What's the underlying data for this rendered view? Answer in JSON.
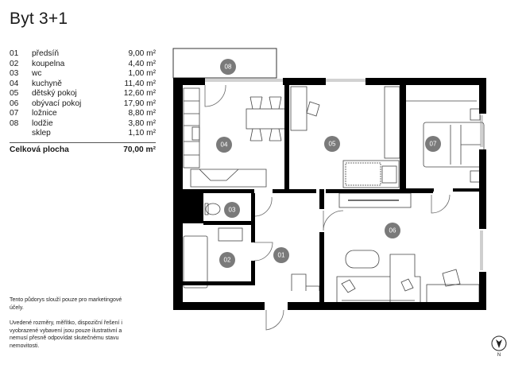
{
  "title": "Byt 3+1",
  "rooms": [
    {
      "no": "01",
      "name": "předsíň",
      "area": "9,00 m²"
    },
    {
      "no": "02",
      "name": "koupelna",
      "area": "4,40 m²"
    },
    {
      "no": "03",
      "name": "wc",
      "area": "1,00 m²"
    },
    {
      "no": "04",
      "name": "kuchyně",
      "area": "11,40 m²"
    },
    {
      "no": "05",
      "name": "dětský pokoj",
      "area": "12,60 m²"
    },
    {
      "no": "06",
      "name": "obývací pokoj",
      "area": "17,90 m²"
    },
    {
      "no": "07",
      "name": "ložnice",
      "area": "8,80 m²"
    },
    {
      "no": "08",
      "name": "lodžie",
      "area": "3,80 m²"
    },
    {
      "no": "",
      "name": "sklep",
      "area": "1,10 m²"
    }
  ],
  "total": {
    "label": "Celková plocha",
    "area": "70,00 m²"
  },
  "notes": {
    "marketing": "Tento půdorys slouží pouze pro marketingové účely.",
    "disclaimer": "Uvedené rozměry, měřítko, dispoziční řešení i vyobrazené vybavení jsou pouze ilustrativní a nemusí přesně odpovídat skutečnému stavu nemovitosti."
  },
  "plan": {
    "badges": [
      {
        "label": "08",
        "room": "lodžie"
      },
      {
        "label": "04",
        "room": "kuchyně"
      },
      {
        "label": "05",
        "room": "dětský pokoj"
      },
      {
        "label": "07",
        "room": "ložnice"
      },
      {
        "label": "03",
        "room": "wc"
      },
      {
        "label": "06",
        "room": "obývací pokoj"
      },
      {
        "label": "02",
        "room": "koupelna"
      },
      {
        "label": "01",
        "room": "předsíň"
      }
    ],
    "badge_color": "#7a7a7a",
    "wall_color": "#000000",
    "compass_label": "N"
  }
}
